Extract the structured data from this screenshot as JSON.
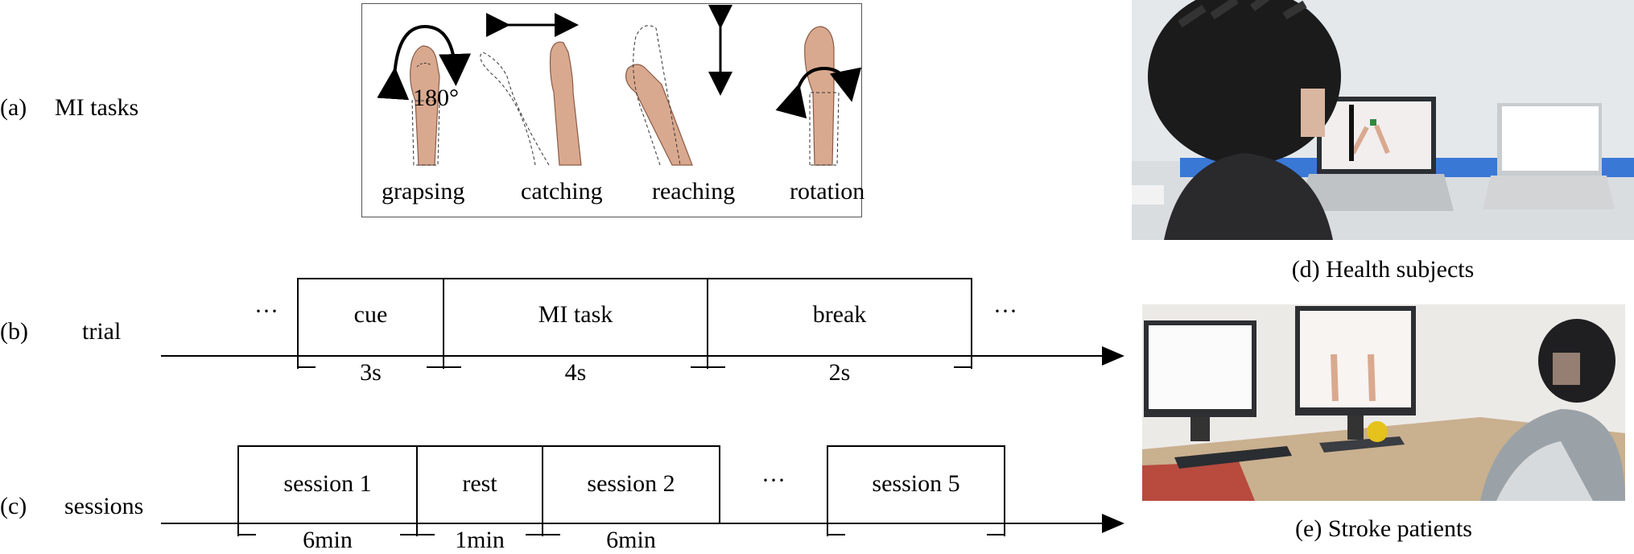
{
  "rows": {
    "a": {
      "letter": "(a)",
      "title": "MI tasks"
    },
    "b": {
      "letter": "(b)",
      "title": "trial"
    },
    "c": {
      "letter": "(c)",
      "title": "sessions"
    }
  },
  "mi_tasks": {
    "items": [
      {
        "label": "grapsing",
        "icon": "grasping-hand-icon"
      },
      {
        "label": "catching",
        "icon": "catching-hand-icon"
      },
      {
        "label": "reaching",
        "icon": "reaching-hand-icon"
      },
      {
        "label": "rotation",
        "icon": "rotating-hand-icon"
      }
    ],
    "rotation_angle": "180°"
  },
  "trial": {
    "ellipsis_left": "···",
    "ellipsis_right": "···",
    "segments": [
      {
        "label": "cue",
        "duration": "3s"
      },
      {
        "label": "MI task",
        "duration": "4s"
      },
      {
        "label": "break",
        "duration": "2s"
      }
    ]
  },
  "sessions": {
    "segments": [
      {
        "label": "session 1",
        "duration": "6min"
      },
      {
        "label": "rest",
        "duration": "1min"
      },
      {
        "label": "session 2",
        "duration": "6min"
      },
      {
        "label": "···",
        "duration": ""
      },
      {
        "label": "session 5",
        "duration": ""
      }
    ]
  },
  "photos": {
    "d": {
      "caption": "(d) Health subjects"
    },
    "e": {
      "caption": "(e) Stroke patients"
    }
  },
  "colors": {
    "skin": "#D9A98F",
    "skin_dark": "#8a5a45",
    "desk": "#C9B08F",
    "table_blue": "#3A78D6"
  }
}
